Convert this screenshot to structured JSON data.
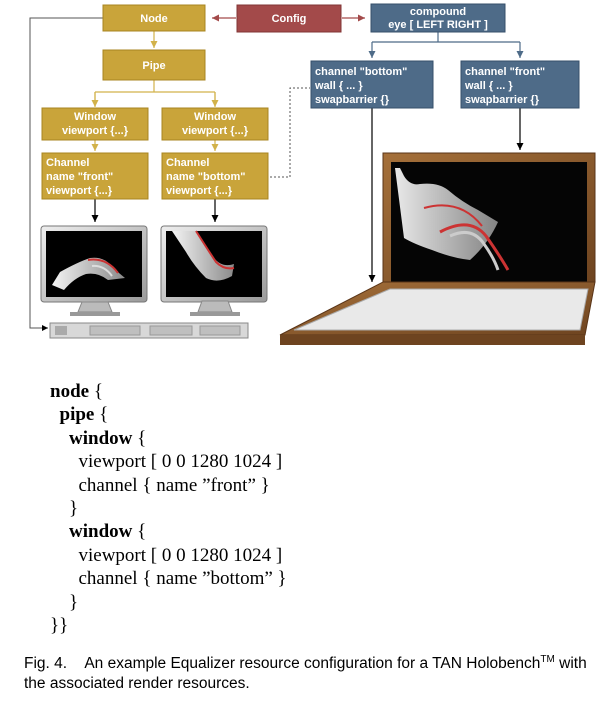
{
  "diagram": {
    "node": "Node",
    "config": "Config",
    "pipe": "Pipe",
    "compound": [
      "compound",
      "eye [ LEFT RIGHT ]"
    ],
    "window_left": [
      "Window",
      "viewport {...}"
    ],
    "window_right": [
      "Window",
      "viewport {...}"
    ],
    "channel_front": [
      "Channel",
      "name \"front\"",
      "viewport {...}"
    ],
    "channel_bottom": [
      "Channel",
      "name \"bottom\"",
      "viewport {...}"
    ],
    "compound_bottom": [
      "channel \"bottom\"",
      "wall { ... }",
      "swapbarrier {}"
    ],
    "compound_front": [
      "channel \"front\"",
      "wall { ... }",
      "swapbarrier {}"
    ],
    "colors": {
      "gold": "#c9a43a",
      "red": "#a34a4a",
      "blue": "#4e6b88",
      "wood": "#8b5a2b"
    }
  },
  "code": [
    {
      "indent": "",
      "kw": "node",
      "rest": " {"
    },
    {
      "indent": "  ",
      "kw": "pipe",
      "rest": " {"
    },
    {
      "indent": "    ",
      "kw": "window",
      "rest": " {"
    },
    {
      "indent": "      ",
      "kw": "",
      "rest": "viewport [ 0 0 1280 1024 ]"
    },
    {
      "indent": "      ",
      "kw": "",
      "rest": "channel { name ”front” }"
    },
    {
      "indent": "    ",
      "kw": "",
      "rest": "}"
    },
    {
      "indent": "    ",
      "kw": "window",
      "rest": " {"
    },
    {
      "indent": "      ",
      "kw": "",
      "rest": "viewport [ 0 0 1280 1024 ]"
    },
    {
      "indent": "      ",
      "kw": "",
      "rest": "channel { name ”bottom” }"
    },
    {
      "indent": "    ",
      "kw": "",
      "rest": "}"
    },
    {
      "indent": "",
      "kw": "",
      "rest": "}}"
    }
  ],
  "caption": {
    "label": "Fig. 4.",
    "text": "An example Equalizer resource configuration for a TAN Holobench",
    "tm": "TM",
    "text2": " with the associated render resources."
  }
}
